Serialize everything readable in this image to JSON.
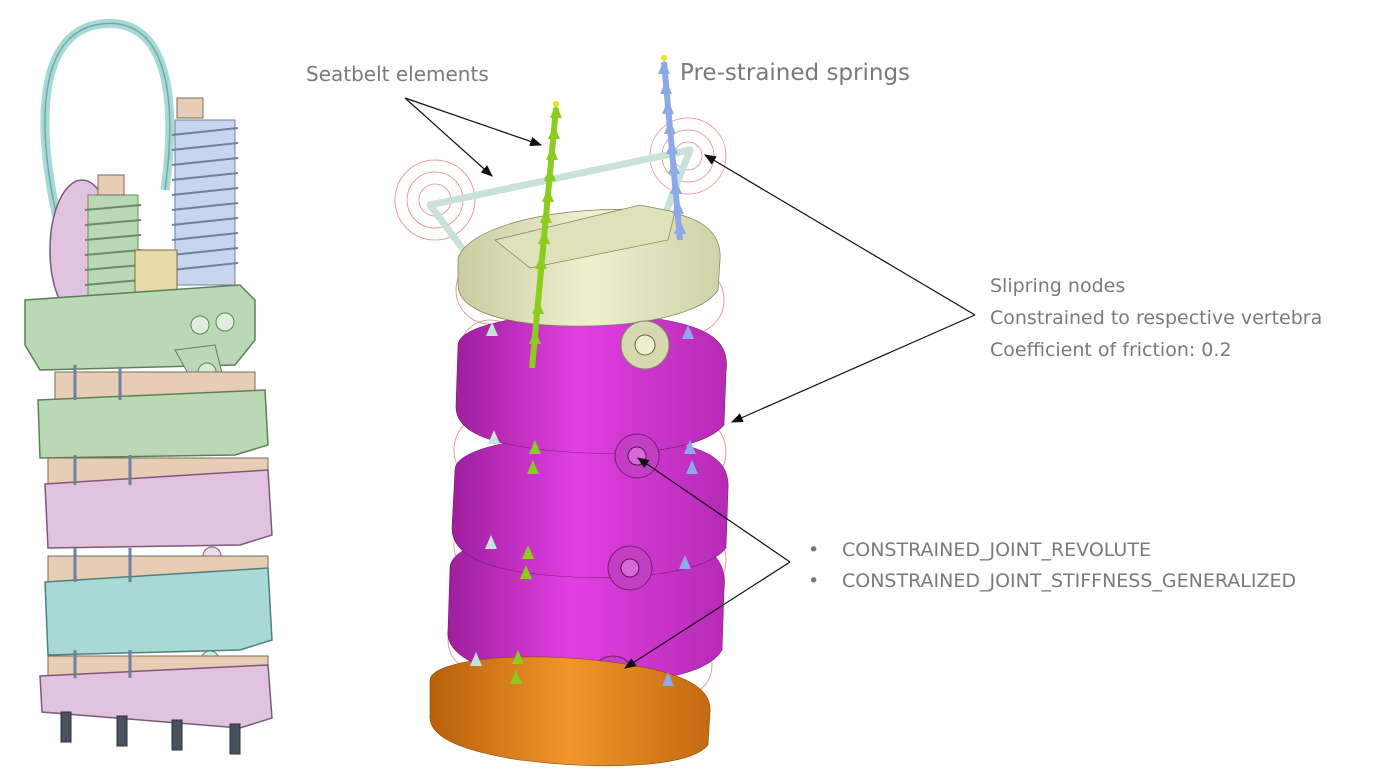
{
  "labels": {
    "seatbelt": "Seatbelt elements",
    "springs": "Pre-strained springs",
    "slipring": [
      "Slipring nodes",
      "Constrained to respective vertebra",
      "Coefficient of friction: 0.2"
    ],
    "joints": [
      "CONSTRAINED_JOINT_REVOLUTE",
      "CONSTRAINED_JOINT_STIFFNESS_GENERALIZED"
    ],
    "bullet": "•"
  },
  "colors": {
    "annotation_text": "#7a7a7a",
    "vertebra_top": "#e4e6c4",
    "vertebra_mid": "#d633d6",
    "vertebra_base": "#e88a1a",
    "seatbelt_spring": "#8ccc1e",
    "prestrained_spring": "#8ea8e8",
    "seatbelt_element": "#c8e2da",
    "slipring_circle": "#e06060",
    "cad_green": "#b9d9b5",
    "cad_pink": "#e2c3df",
    "cad_teal": "#a9d9d6",
    "cad_tan": "#e6cdb4",
    "cad_blue": "#a7bfe3"
  }
}
